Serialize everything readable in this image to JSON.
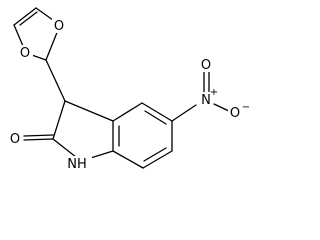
{
  "molecule": {
    "atoms": {
      "dioxole_o_top": "O",
      "dioxole_o_right": "O",
      "nitro_n": "N",
      "nitro_n_charge": "+",
      "nitro_o_top": "O",
      "nitro_o_right": "O",
      "nitro_o_charge": "−",
      "carbonyl_o": "O",
      "amide_nh": "NH"
    }
  },
  "colors": {
    "bond": "#000000",
    "label": "#000000",
    "background": "#ffffff"
  }
}
